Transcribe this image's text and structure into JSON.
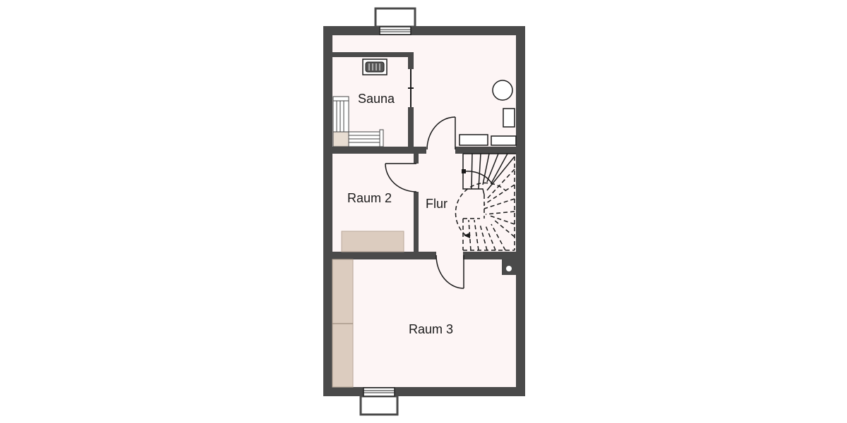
{
  "plan": {
    "type": "floor-plan",
    "colors": {
      "wall": "#4a4a4a",
      "floor": "#fdf5f5",
      "furniture_fill": "#dcccbf",
      "line": "#1a1a1a",
      "background": "#ffffff"
    },
    "rooms": [
      {
        "id": "sauna",
        "label": "Sauna"
      },
      {
        "id": "raum2",
        "label": "Raum 2"
      },
      {
        "id": "flur",
        "label": "Flur"
      },
      {
        "id": "raum3",
        "label": "Raum 3"
      }
    ]
  }
}
